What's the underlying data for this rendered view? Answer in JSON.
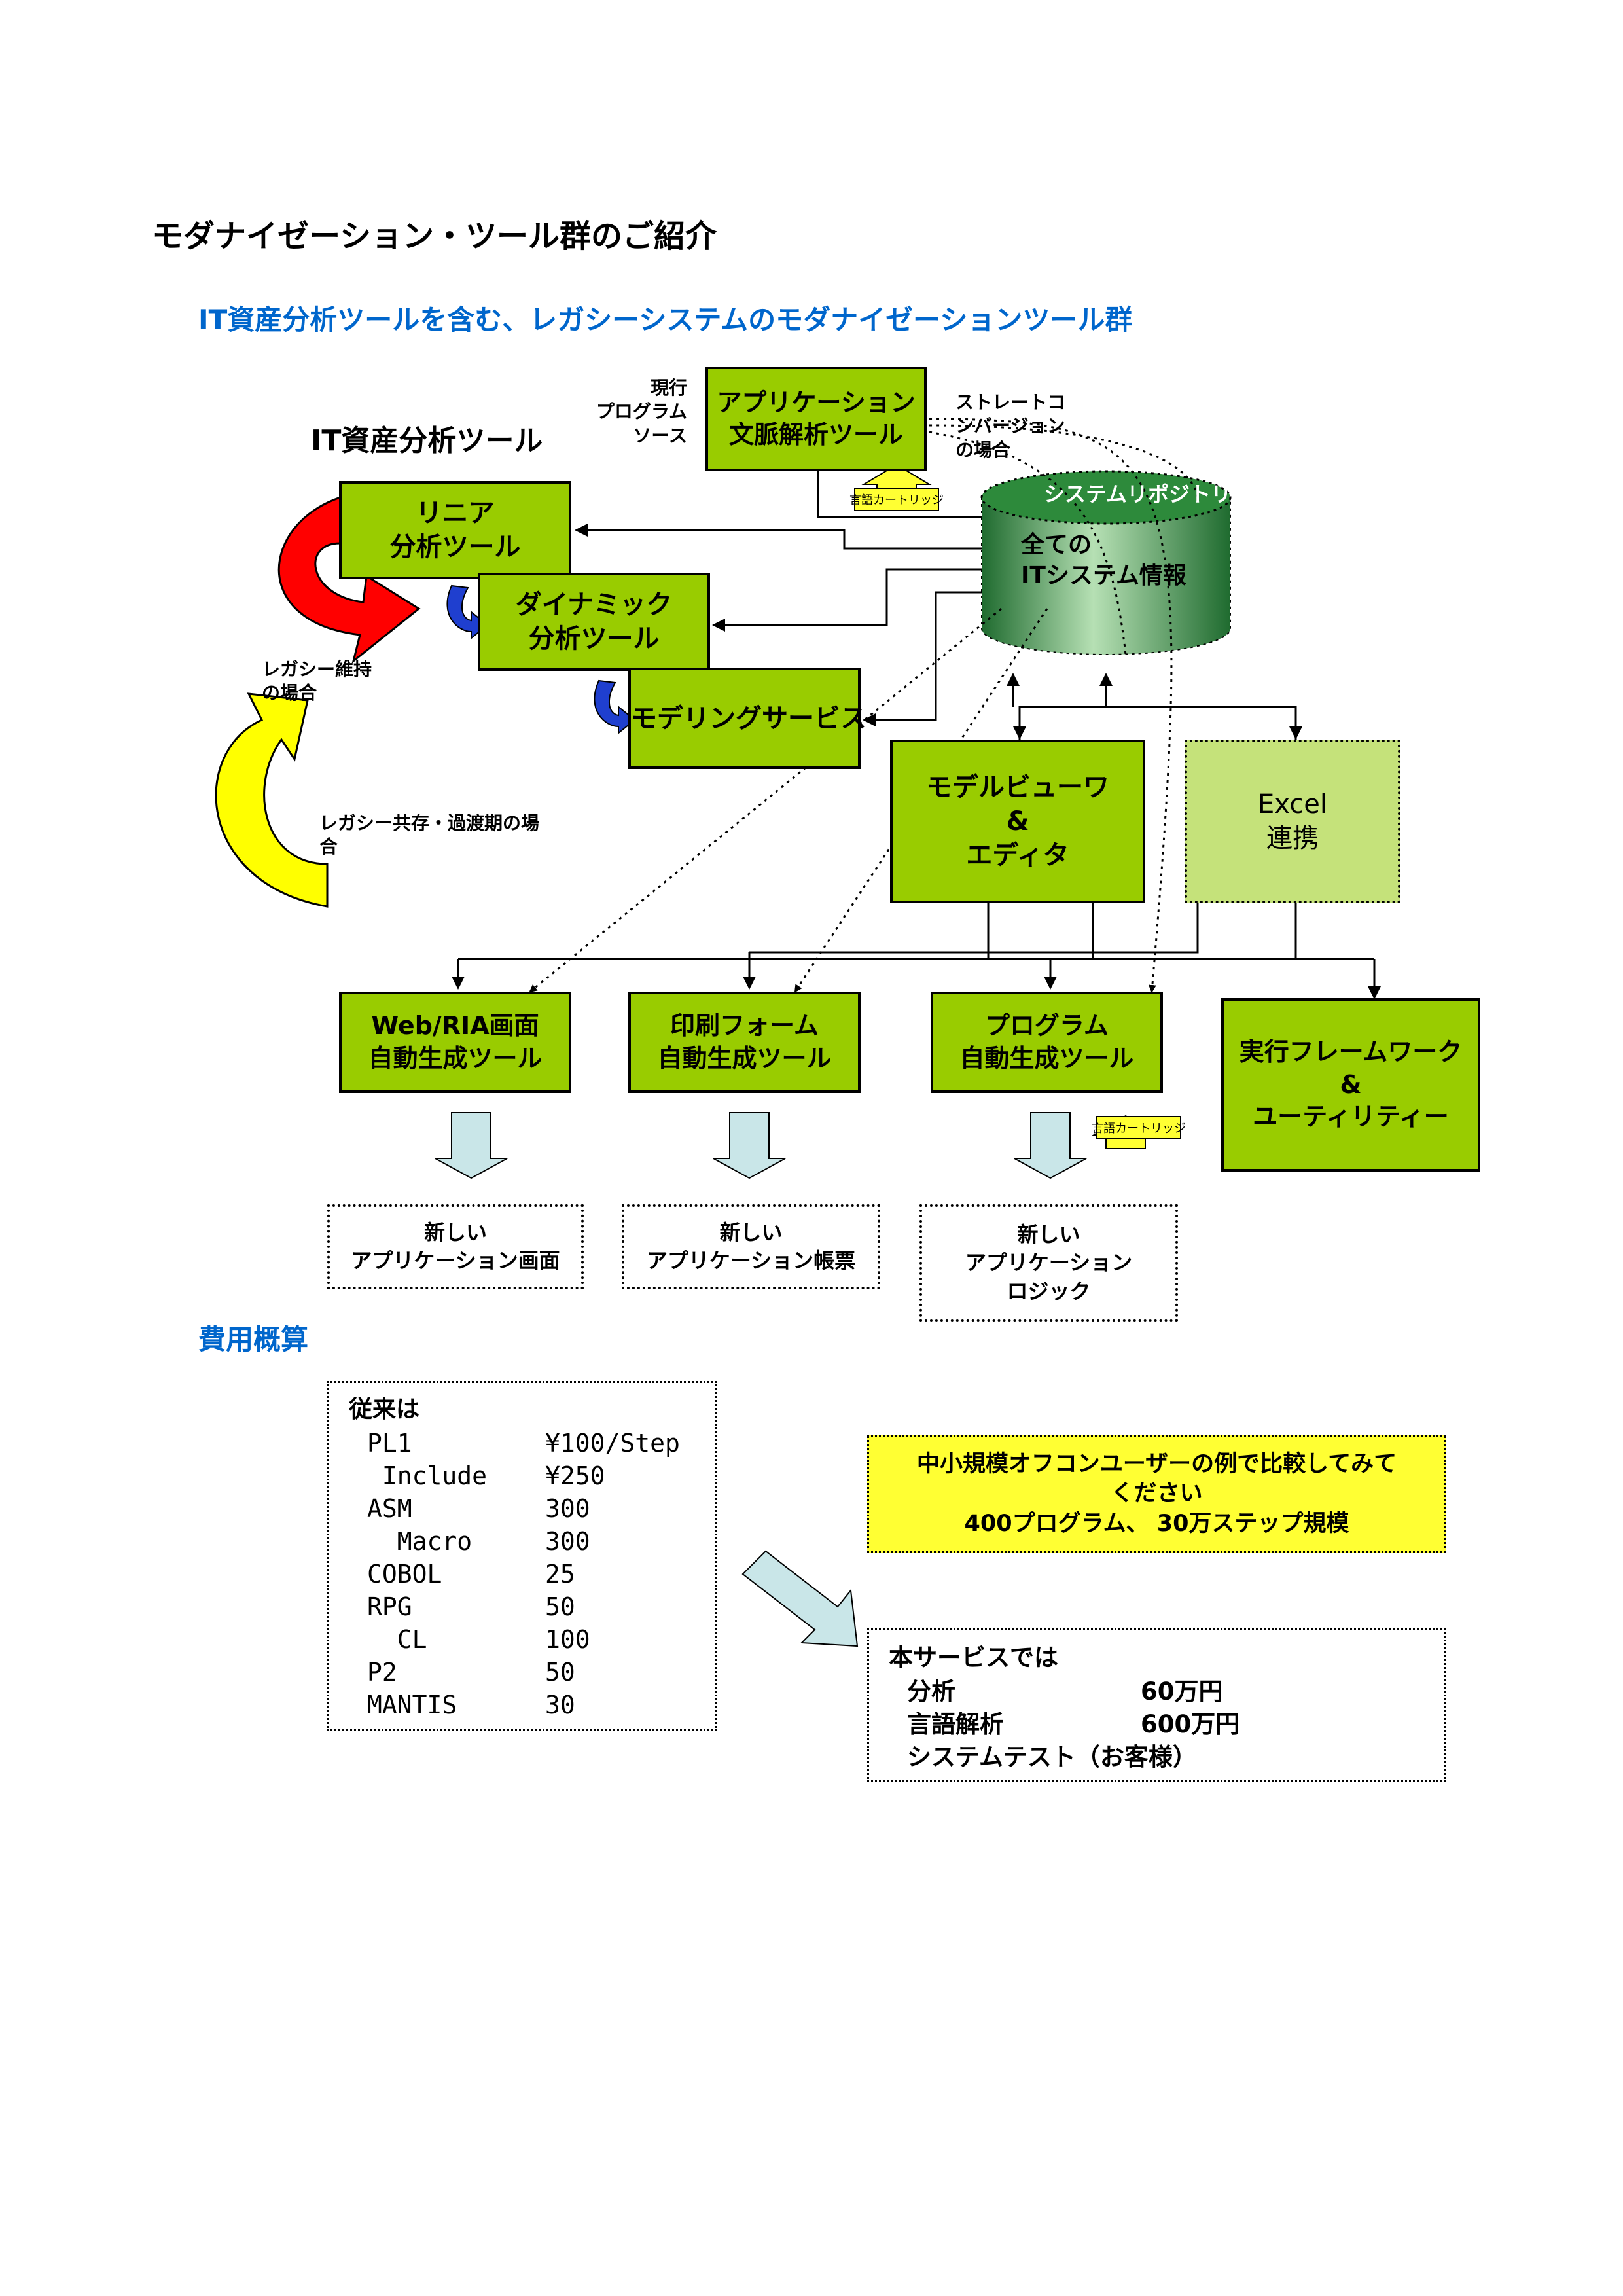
{
  "page_title": "モダナイゼーション・ツール群のご紹介",
  "subtitle": "IT資産分析ツールを含む、レガシーシステムのモダナイゼーションツール群",
  "diagram": {
    "it_asset_label": "IT資産分析ツール",
    "source_label": "現行\nプログラム\nソース",
    "app_context_tool": "アプリケーション\n文脈解析ツール",
    "straight_conv": "ストレートコ\nンバージョン\nの場合",
    "cartridge": "言語カートリッジ",
    "repository_label": "システムリポジトリ",
    "repository_content": "全ての\nITシステム情報",
    "linear_tool": "リニア\n分析ツール",
    "dynamic_tool": "ダイナミック\n分析ツール",
    "modeling_service": "モデリングサービス",
    "legacy_maintain": "レガシー維持\nの場合",
    "legacy_coexist": "レガシー共存・過渡期の場\n合",
    "model_viewer": "モデルビューワ\n&\nエディタ",
    "excel_link": "Excel\n連携",
    "web_ria_tool": "Web/RIA画面\n自動生成ツール",
    "print_form_tool": "印刷フォーム\n自動生成ツール",
    "program_tool": "プログラム\n自動生成ツール",
    "runtime_framework": "実行フレームワーク\n&\nユーティリティー",
    "new_screen": "新しい\nアプリケーション画面",
    "new_form": "新しい\nアプリケーション帳票",
    "new_logic": "新しい\nアプリケーション\nロジック"
  },
  "cost": {
    "heading": "費用概算",
    "legacy_heading": "従来は",
    "legacy_rows": [
      {
        "name": "PL1",
        "price": "¥100/Step"
      },
      {
        "name": " Include",
        "price": "¥250"
      },
      {
        "name": "ASM",
        "price": "300"
      },
      {
        "name": "  Macro",
        "price": "300"
      },
      {
        "name": "COBOL",
        "price": "25"
      },
      {
        "name": "RPG",
        "price": "50"
      },
      {
        "name": "  CL",
        "price": "100"
      },
      {
        "name": "P2",
        "price": "50"
      },
      {
        "name": "MANTIS",
        "price": "30"
      }
    ],
    "compare_note": "中小規模オフコンユーザーの例で比較してみて\nください\n400プログラム、 30万ステップ規模",
    "service_heading": "本サービスでは",
    "service_rows": [
      {
        "name": "分析",
        "price": "60万円"
      },
      {
        "name": "言語解析",
        "price": "600万円"
      },
      {
        "name": "システムテスト（お客様）",
        "price": ""
      }
    ]
  },
  "colors": {
    "green": "#99cc00",
    "title_blue": "#0066cc",
    "yellow": "#ffff33",
    "arrow_light": "#c9e6e8"
  }
}
